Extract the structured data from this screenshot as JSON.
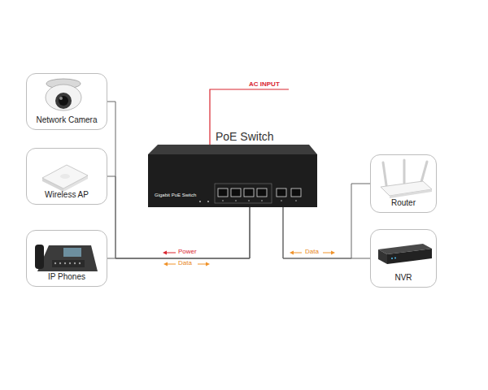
{
  "diagram": {
    "nodes": [
      {
        "text": [
          "Network Camera"
        ]
      },
      {
        "text": [
          "Wireless AP"
        ]
      },
      {
        "text": [
          "IP Phones"
        ]
      },
      {
        "text": [
          "PoE Switch",
          "Gigabit PoE Switch"
        ]
      },
      {
        "text": [
          "Router"
        ]
      },
      {
        "text": [
          "NVR"
        ]
      }
    ],
    "edges": [
      {
        "from": 3,
        "to": 0,
        "arrow": "none"
      },
      {
        "from": 3,
        "to": 1,
        "arrow": "none"
      },
      {
        "from": 3,
        "to": 2,
        "arrow": "none"
      },
      {
        "from": 3,
        "to": 4,
        "arrow": "none"
      },
      {
        "from": 3,
        "to": 5,
        "arrow": "none"
      }
    ],
    "labels": [
      "AC INPUT",
      "Power",
      "Data",
      "Data"
    ]
  }
}
